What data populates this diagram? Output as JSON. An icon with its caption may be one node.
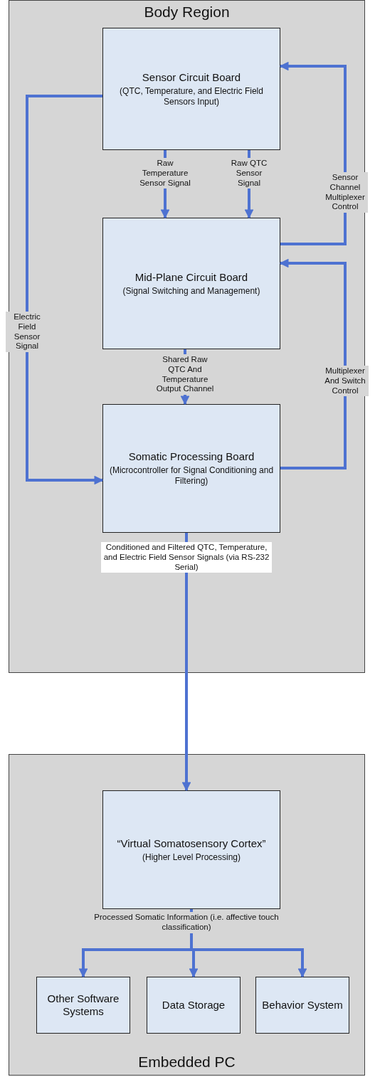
{
  "diagram": {
    "nodes": [
      {
        "text": [
          "Body Region"
        ]
      },
      {
        "text": [
          "Sensor Circuit Board",
          "(QTC, Temperature, and Electric Field Sensors Input)"
        ],
        "in": 0
      },
      {
        "text": [
          "Mid-Plane Circuit Board",
          "(Signal Switching and Management)"
        ],
        "in": 0
      },
      {
        "text": [
          "Somatic Processing Board",
          "(Microcontroller for Signal Conditioning and Filtering)"
        ],
        "in": 0
      },
      {
        "text": [
          "Embedded PC"
        ]
      },
      {
        "text": [
          "“Virtual Somatosensory Cortex”",
          "(Higher Level Processing)"
        ],
        "in": 4
      },
      {
        "text": [
          "Other Software Systems"
        ],
        "in": 4
      },
      {
        "text": [
          "Data Storage"
        ],
        "in": 4
      },
      {
        "text": [
          "Behavior System"
        ],
        "in": 4
      }
    ],
    "edges": [
      {
        "from": 1,
        "to": 2,
        "arrow": "to",
        "label": "Raw Temperature Sensor Signal"
      },
      {
        "from": 1,
        "to": 2,
        "arrow": "to",
        "label": "Raw QTC Sensor Signal"
      },
      {
        "from": 2,
        "to": 1,
        "arrow": "to",
        "label": "Sensor Channel Multiplexer Control"
      },
      {
        "from": 3,
        "to": 2,
        "arrow": "to",
        "label": "Multiplexer And Switch Control"
      },
      {
        "from": 2,
        "to": 3,
        "arrow": "to",
        "label": "Shared Raw QTC And Temperature Output Channel"
      },
      {
        "from": 1,
        "to": 3,
        "arrow": "to",
        "label": "Electric Field Sensor Signal"
      },
      {
        "from": 3,
        "to": 5,
        "arrow": "to",
        "label": "Conditioned and Filtered QTC, Temperature, and Electric Field Sensor Signals (via RS-232 Serial)"
      },
      {
        "from": 5,
        "to": 6,
        "arrow": "to"
      },
      {
        "from": 5,
        "to": 7,
        "arrow": "to",
        "label": "Processed Somatic Information (i.e. affective touch classification)"
      },
      {
        "from": 5,
        "to": 8,
        "arrow": "to"
      }
    ]
  }
}
